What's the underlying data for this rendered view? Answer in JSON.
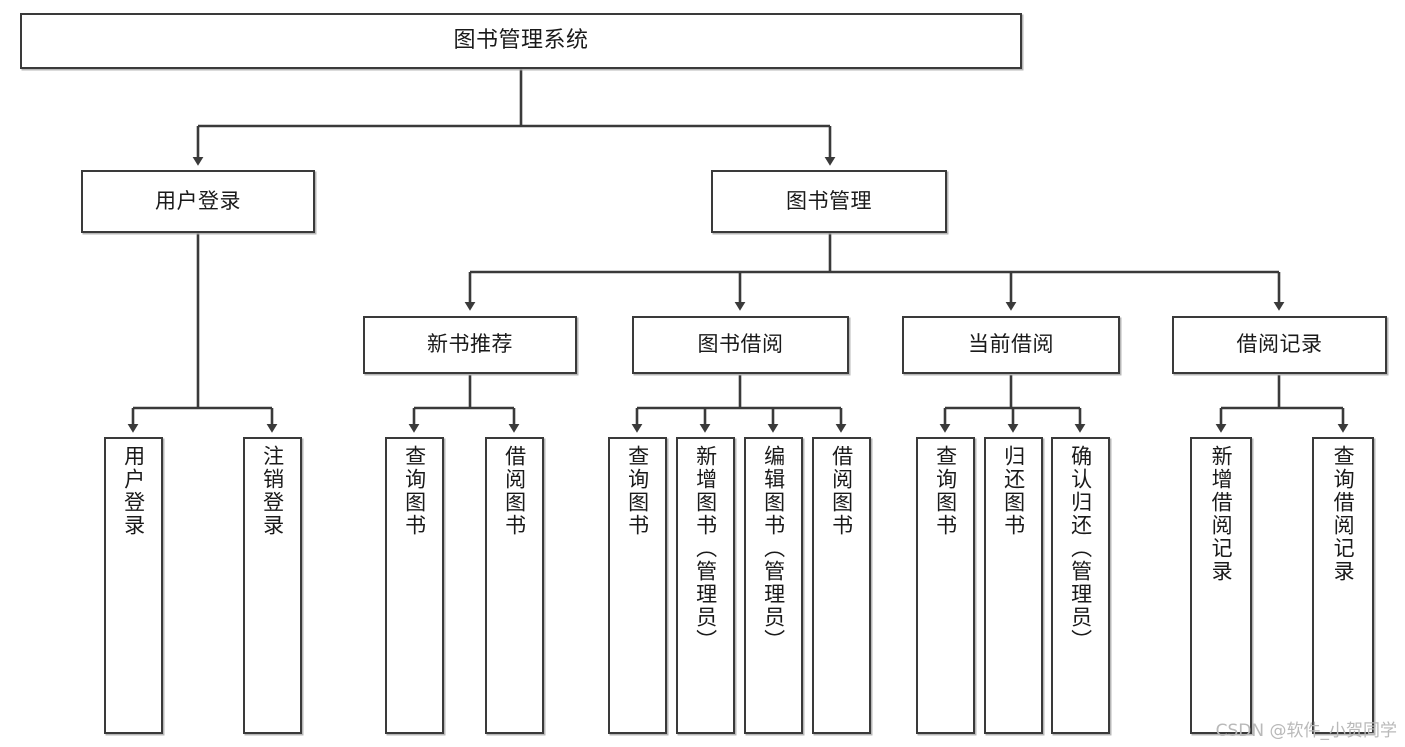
{
  "diagram": {
    "title": "图书管理系统",
    "background_color": "#ffffff",
    "box_border_color": "#3a3a3a",
    "connector_color": "#3a3a3a",
    "text_color": "#1a1a1a"
  },
  "root": {
    "label": "图书管理系统"
  },
  "tier1": [
    {
      "label": "用户登录"
    },
    {
      "label": "图书管理"
    }
  ],
  "tier2": [
    {
      "label": "新书推荐"
    },
    {
      "label": "图书借阅"
    },
    {
      "label": "当前借阅"
    },
    {
      "label": "借阅记录"
    }
  ],
  "leaves": {
    "user_login": [
      {
        "label": "用户登录"
      },
      {
        "label": "注销登录"
      }
    ],
    "new_book_recommend": [
      {
        "label": "查询图书"
      },
      {
        "label": "借阅图书"
      }
    ],
    "book_borrow": [
      {
        "label": "查询图书"
      },
      {
        "label": "新增图书（管理员）"
      },
      {
        "label": "编辑图书（管理员）"
      },
      {
        "label": "借阅图书"
      }
    ],
    "current_borrow": [
      {
        "label": "查询图书"
      },
      {
        "label": "归还图书"
      },
      {
        "label": "确认归还（管理员）"
      }
    ],
    "borrow_record": [
      {
        "label": "新增借阅记录"
      },
      {
        "label": "查询借阅记录"
      }
    ]
  },
  "watermark": {
    "text": "CSDN @软件_小贺同学",
    "color": "#b9b9b9"
  }
}
